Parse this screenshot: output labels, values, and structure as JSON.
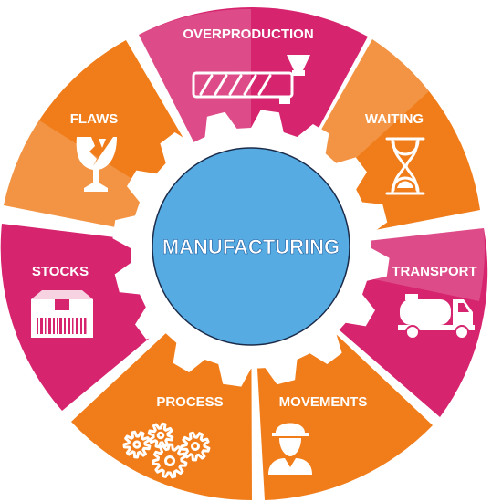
{
  "center": {
    "label": "MANUFACTURING"
  },
  "segments": [
    {
      "label": "OVERPRODUCTION",
      "icon": "extruder-screw-icon",
      "color": "#d6246e"
    },
    {
      "label": "WAITING",
      "icon": "hourglass-icon",
      "color": "#f07d1a"
    },
    {
      "label": "TRANSPORT",
      "icon": "tanker-truck-icon",
      "color": "#d6246e"
    },
    {
      "label": "MOVEMENTS",
      "icon": "worker-hardhat-icon",
      "color": "#f07d1a"
    },
    {
      "label": "PROCESS",
      "icon": "gears-icon",
      "color": "#f07d1a"
    },
    {
      "label": "STOCKS",
      "icon": "barcode-box-icon",
      "color": "#d6246e"
    },
    {
      "label": "FLAWS",
      "icon": "broken-glass-icon",
      "color": "#f07d1a"
    }
  ],
  "colors": {
    "magenta": "#d6246e",
    "orange": "#f07d1a",
    "gear": "#ffffff",
    "center_fill": "#56ace2",
    "center_stroke": "#1b2b4a"
  }
}
